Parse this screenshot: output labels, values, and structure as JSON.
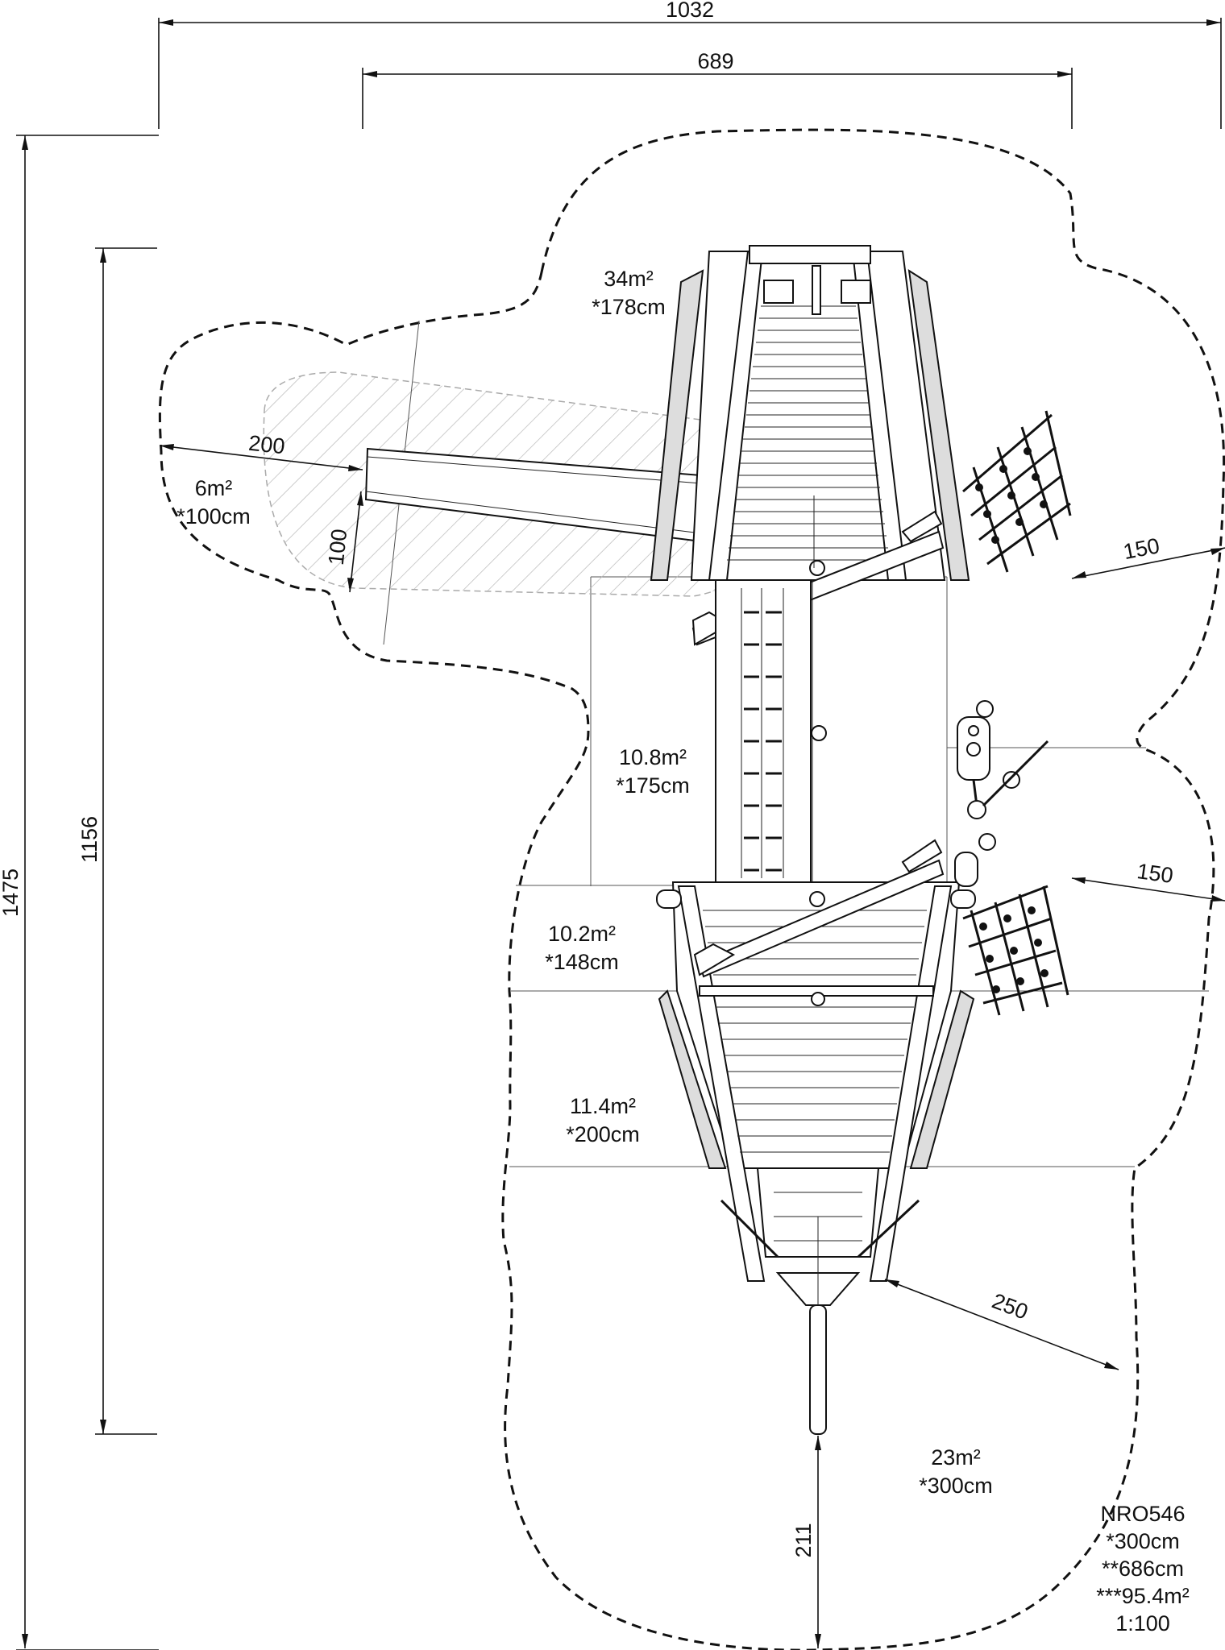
{
  "dimensions": {
    "total_width": "1032",
    "inner_width": "689",
    "total_length": "1475",
    "inner_length": "1156",
    "plank_length": "200",
    "plank_width": "100",
    "net_top_clearance": "150",
    "net_bottom_clearance": "150",
    "stern_clearance": "250",
    "bow_clearance": "211"
  },
  "zones": [
    {
      "area": "34m²",
      "height": "*178cm"
    },
    {
      "area": "6m²",
      "height": "*100cm"
    },
    {
      "area": "10.8m²",
      "height": "*175cm"
    },
    {
      "area": "10.2m²",
      "height": "*148cm"
    },
    {
      "area": "11.4m²",
      "height": "*200cm"
    },
    {
      "area": "23m²",
      "height": "*300cm"
    }
  ],
  "product": {
    "code": "NRO546",
    "max_height": "*300cm",
    "max_fall": "**686cm",
    "safety_area": "***95.4m²",
    "scale": "1:100"
  },
  "colors": {
    "line": "#111111",
    "hatch": "#bbbbbb",
    "hull_fill": "#dddddd"
  }
}
